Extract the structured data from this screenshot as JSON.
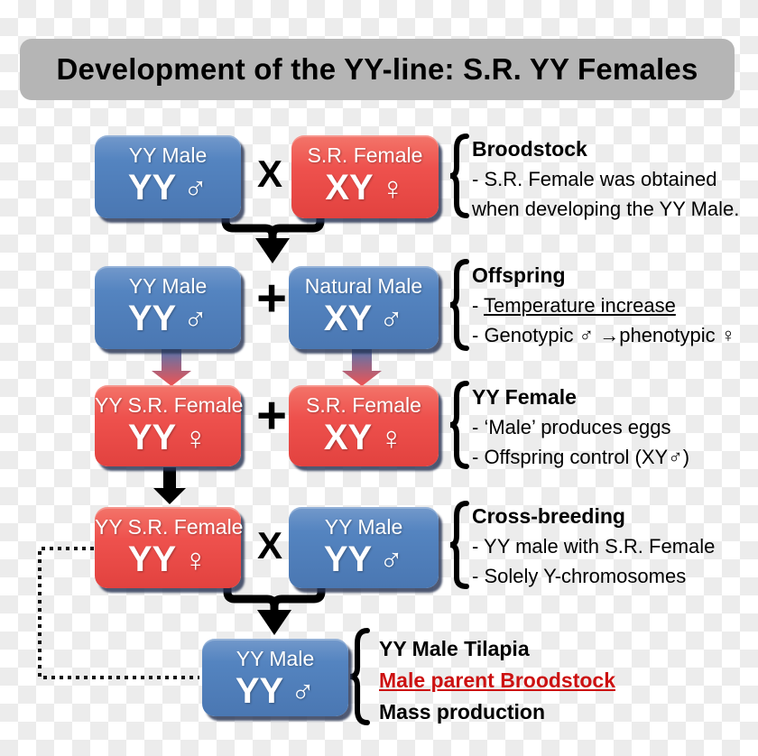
{
  "title": "Development of the YY-line: S.R. YY Females",
  "colors": {
    "male_blue": "#4f81bd",
    "female_red": "#ee4f4b",
    "title_bg": "#b5b5b5",
    "note_red": "#cc1111",
    "connector_black": "#000000",
    "checker_gray": "#ececec"
  },
  "boxes": {
    "r1_left": {
      "label": "YY Male",
      "genotype": "YY",
      "sex_symbol": "♂"
    },
    "r1_right": {
      "label": "S.R. Female",
      "genotype": "XY",
      "sex_symbol": "♀"
    },
    "r2_left": {
      "label": "YY Male",
      "genotype": "YY",
      "sex_symbol": "♂"
    },
    "r2_right": {
      "label": "Natural Male",
      "genotype": "XY",
      "sex_symbol": "♂"
    },
    "r3_left": {
      "label": "YY S.R. Female",
      "genotype": "YY",
      "sex_symbol": "♀"
    },
    "r3_right": {
      "label": "S.R. Female",
      "genotype": "XY",
      "sex_symbol": "♀"
    },
    "r4_left": {
      "label": "YY S.R. Female",
      "genotype": "YY",
      "sex_symbol": "♀"
    },
    "r4_right": {
      "label": "YY Male",
      "genotype": "YY",
      "sex_symbol": "♂"
    },
    "r5": {
      "label": "YY Male",
      "genotype": "YY",
      "sex_symbol": "♂"
    }
  },
  "operators": {
    "r1": "X",
    "r2": "+",
    "r3": "+",
    "r4": "X"
  },
  "notes": {
    "r1": {
      "heading": "Broodstock",
      "b1": "- S.R. Female was obtained",
      "b2": "when developing the YY Male."
    },
    "r2": {
      "heading": "Offspring",
      "b1_prefix": "- ",
      "b1_underlined": "Temperature increase",
      "b2": "- Genotypic ♂ →phenotypic ♀"
    },
    "r3": {
      "heading": "YY Female",
      "b1": "- ‘Male’ produces eggs",
      "b2": "- Offspring control (XY♂)"
    },
    "r4": {
      "heading": "Cross-breeding",
      "b1": "- YY male with S.R. Female",
      "b2": "- Solely Y-chromosomes"
    },
    "r5": {
      "line1": "YY Male Tilapia",
      "line2": "Male parent Broodstock",
      "line3": "Mass production"
    }
  }
}
